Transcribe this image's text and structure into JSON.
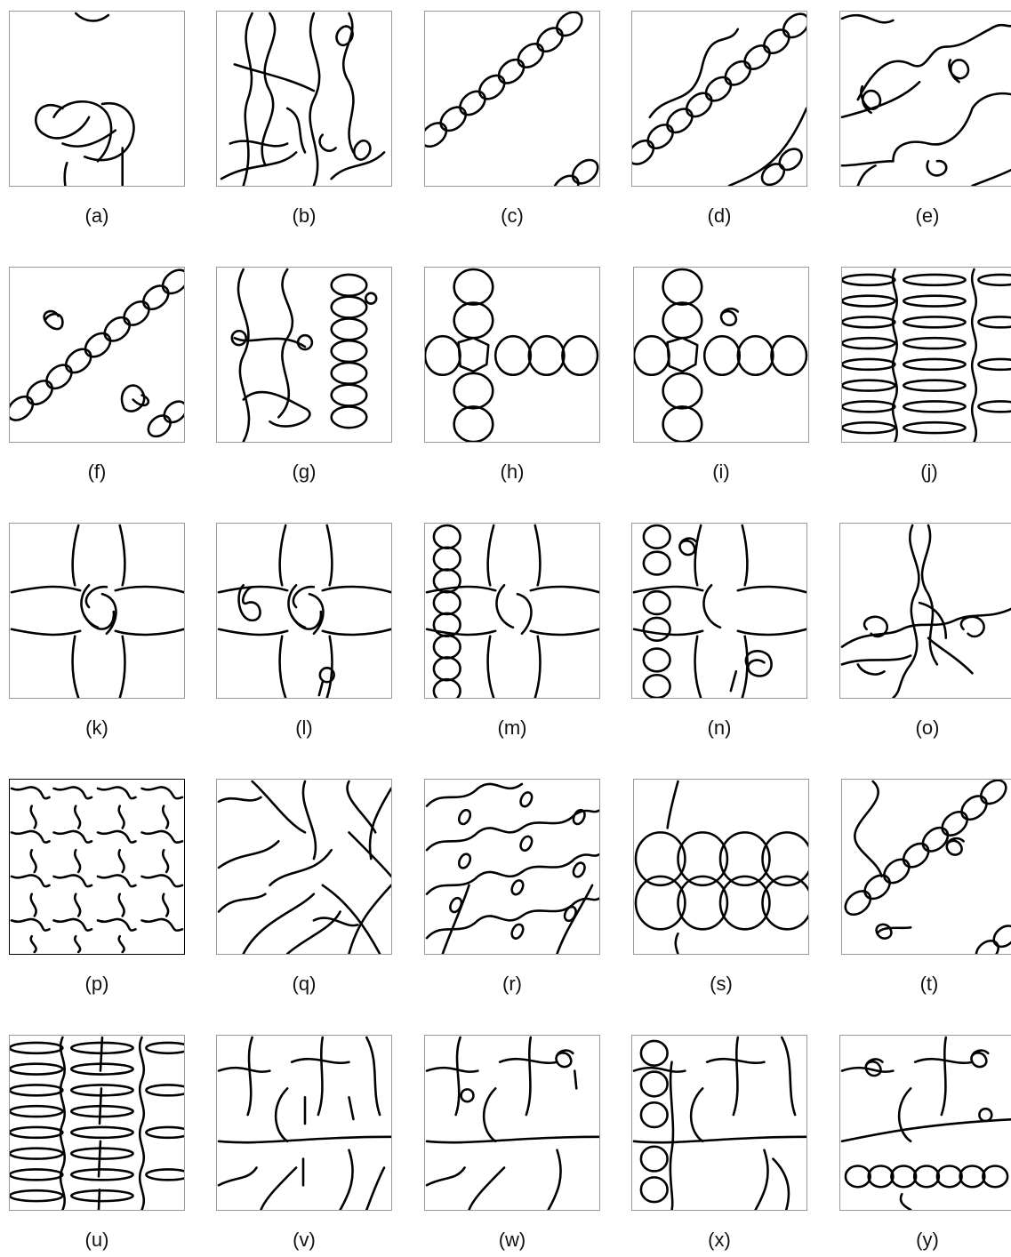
{
  "panels": [
    {
      "id": "a",
      "label": "(a)"
    },
    {
      "id": "b",
      "label": "(b)"
    },
    {
      "id": "c",
      "label": "(c)"
    },
    {
      "id": "d",
      "label": "(d)"
    },
    {
      "id": "e",
      "label": "(e)"
    },
    {
      "id": "f",
      "label": "(f)"
    },
    {
      "id": "g",
      "label": "(g)"
    },
    {
      "id": "h",
      "label": "(h)"
    },
    {
      "id": "i",
      "label": "(i)"
    },
    {
      "id": "j",
      "label": "(j)"
    },
    {
      "id": "k",
      "label": "(k)"
    },
    {
      "id": "l",
      "label": "(l)"
    },
    {
      "id": "m",
      "label": "(m)"
    },
    {
      "id": "n",
      "label": "(n)"
    },
    {
      "id": "o",
      "label": "(o)"
    },
    {
      "id": "p",
      "label": "(p)"
    },
    {
      "id": "q",
      "label": "(q)"
    },
    {
      "id": "r",
      "label": "(r)"
    },
    {
      "id": "s",
      "label": "(s)"
    },
    {
      "id": "t",
      "label": "(t)"
    },
    {
      "id": "u",
      "label": "(u)"
    },
    {
      "id": "v",
      "label": "(v)"
    },
    {
      "id": "w",
      "label": "(w)"
    },
    {
      "id": "x",
      "label": "(x)"
    },
    {
      "id": "y",
      "label": "(y)"
    }
  ]
}
